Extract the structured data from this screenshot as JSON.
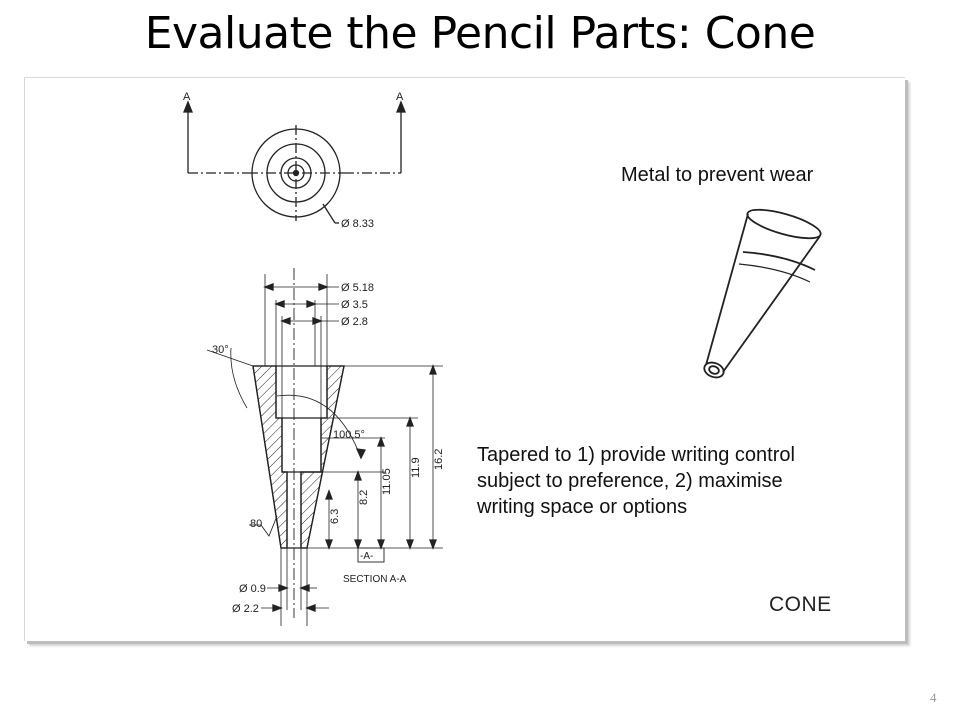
{
  "slide": {
    "title": "Evaluate the Pencil Parts: Cone",
    "number": "4"
  },
  "drawing": {
    "section_marker": "A",
    "dims": {
      "d_outer_top": "Ø 8.33",
      "d_518": "Ø 5.18",
      "d_35": "Ø 3.5",
      "d_28": "Ø 2.8",
      "angle_30": "30°",
      "angle_1005": "100.5°",
      "len_162": "16.2",
      "len_119": "11.9",
      "len_1105": "11.05",
      "len_82": "8.2",
      "len_63": "6.3",
      "finish_80": "80",
      "d_09": "Ø 0.9",
      "d_22": "Ø 2.2",
      "datum": "-A-",
      "section_label": "SECTION  A-A"
    },
    "part_label": "CONE"
  },
  "annotations": {
    "metal": "Metal to prevent wear",
    "taper_lines": [
      "Tapered to 1) provide writing control",
      "subject to preference, 2) maximise",
      "writing space or options"
    ]
  }
}
